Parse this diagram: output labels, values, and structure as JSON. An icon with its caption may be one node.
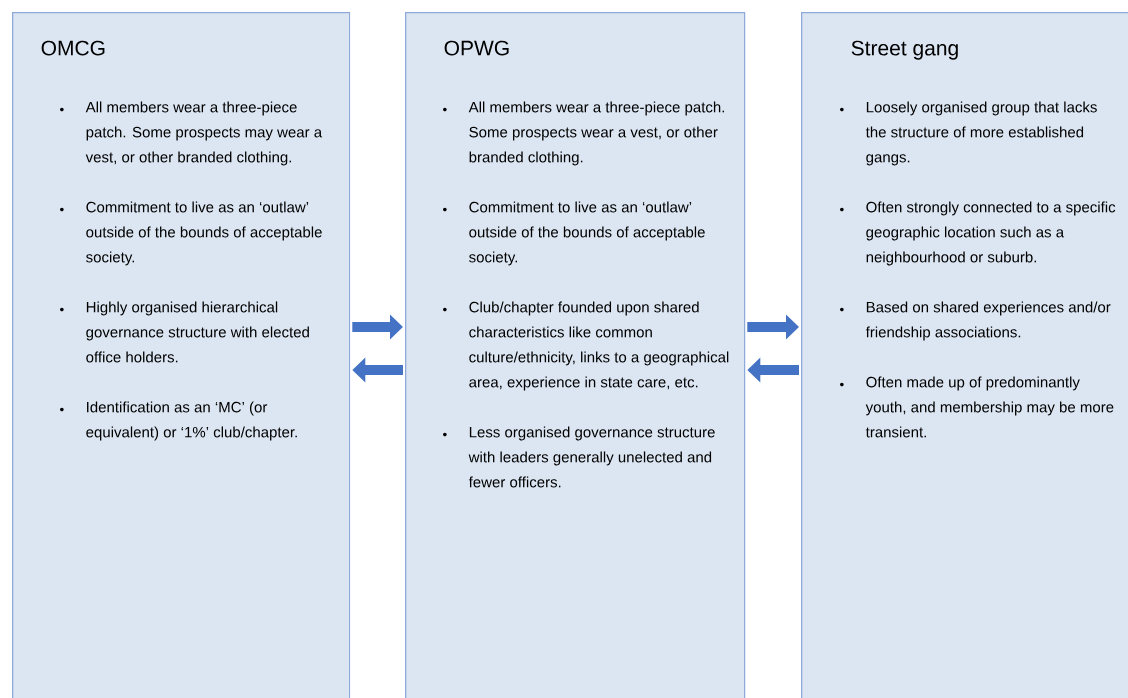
{
  "diagram": {
    "nodes": [
      {
        "text": [
          "OMCG",
          "All members wear a three-piece patch. Some prospects may wear a vest, or other branded clothing.",
          "Commitment to live as an ‘outlaw’ outside of the bounds of acceptable society.",
          "Highly organised hierarchical governance structure with elected office holders.",
          "Identification as an ‘MC’ (or equivalent) or ‘1%’ club/chapter."
        ]
      },
      {
        "text": [
          "OPWG",
          "All members wear a three-piece patch. Some prospects wear a vest, or other branded clothing.",
          "Commitment to live as an ‘outlaw’ outside of the bounds of acceptable society.",
          "Club/chapter founded upon shared characteristics like common culture/ethnicity, links to a geographical area, experience in state care, etc.",
          "Less organised governance structure with leaders generally unelected and fewer officers."
        ]
      },
      {
        "text": [
          "Street gang",
          "Loosely organised group that lacks the structure of more established gangs.",
          "Often strongly connected to a specific geographic location such as a neighbourhood or suburb.",
          "Based on shared experiences and/or friendship associations.",
          "Often made up of predominantly youth, and membership may be more transient."
        ]
      }
    ],
    "edges": [
      {
        "from": 0,
        "to": 1,
        "arrow": "to"
      },
      {
        "from": 1,
        "to": 0,
        "arrow": "to"
      },
      {
        "from": 1,
        "to": 2,
        "arrow": "to"
      },
      {
        "from": 2,
        "to": 1,
        "arrow": "to"
      }
    ]
  }
}
